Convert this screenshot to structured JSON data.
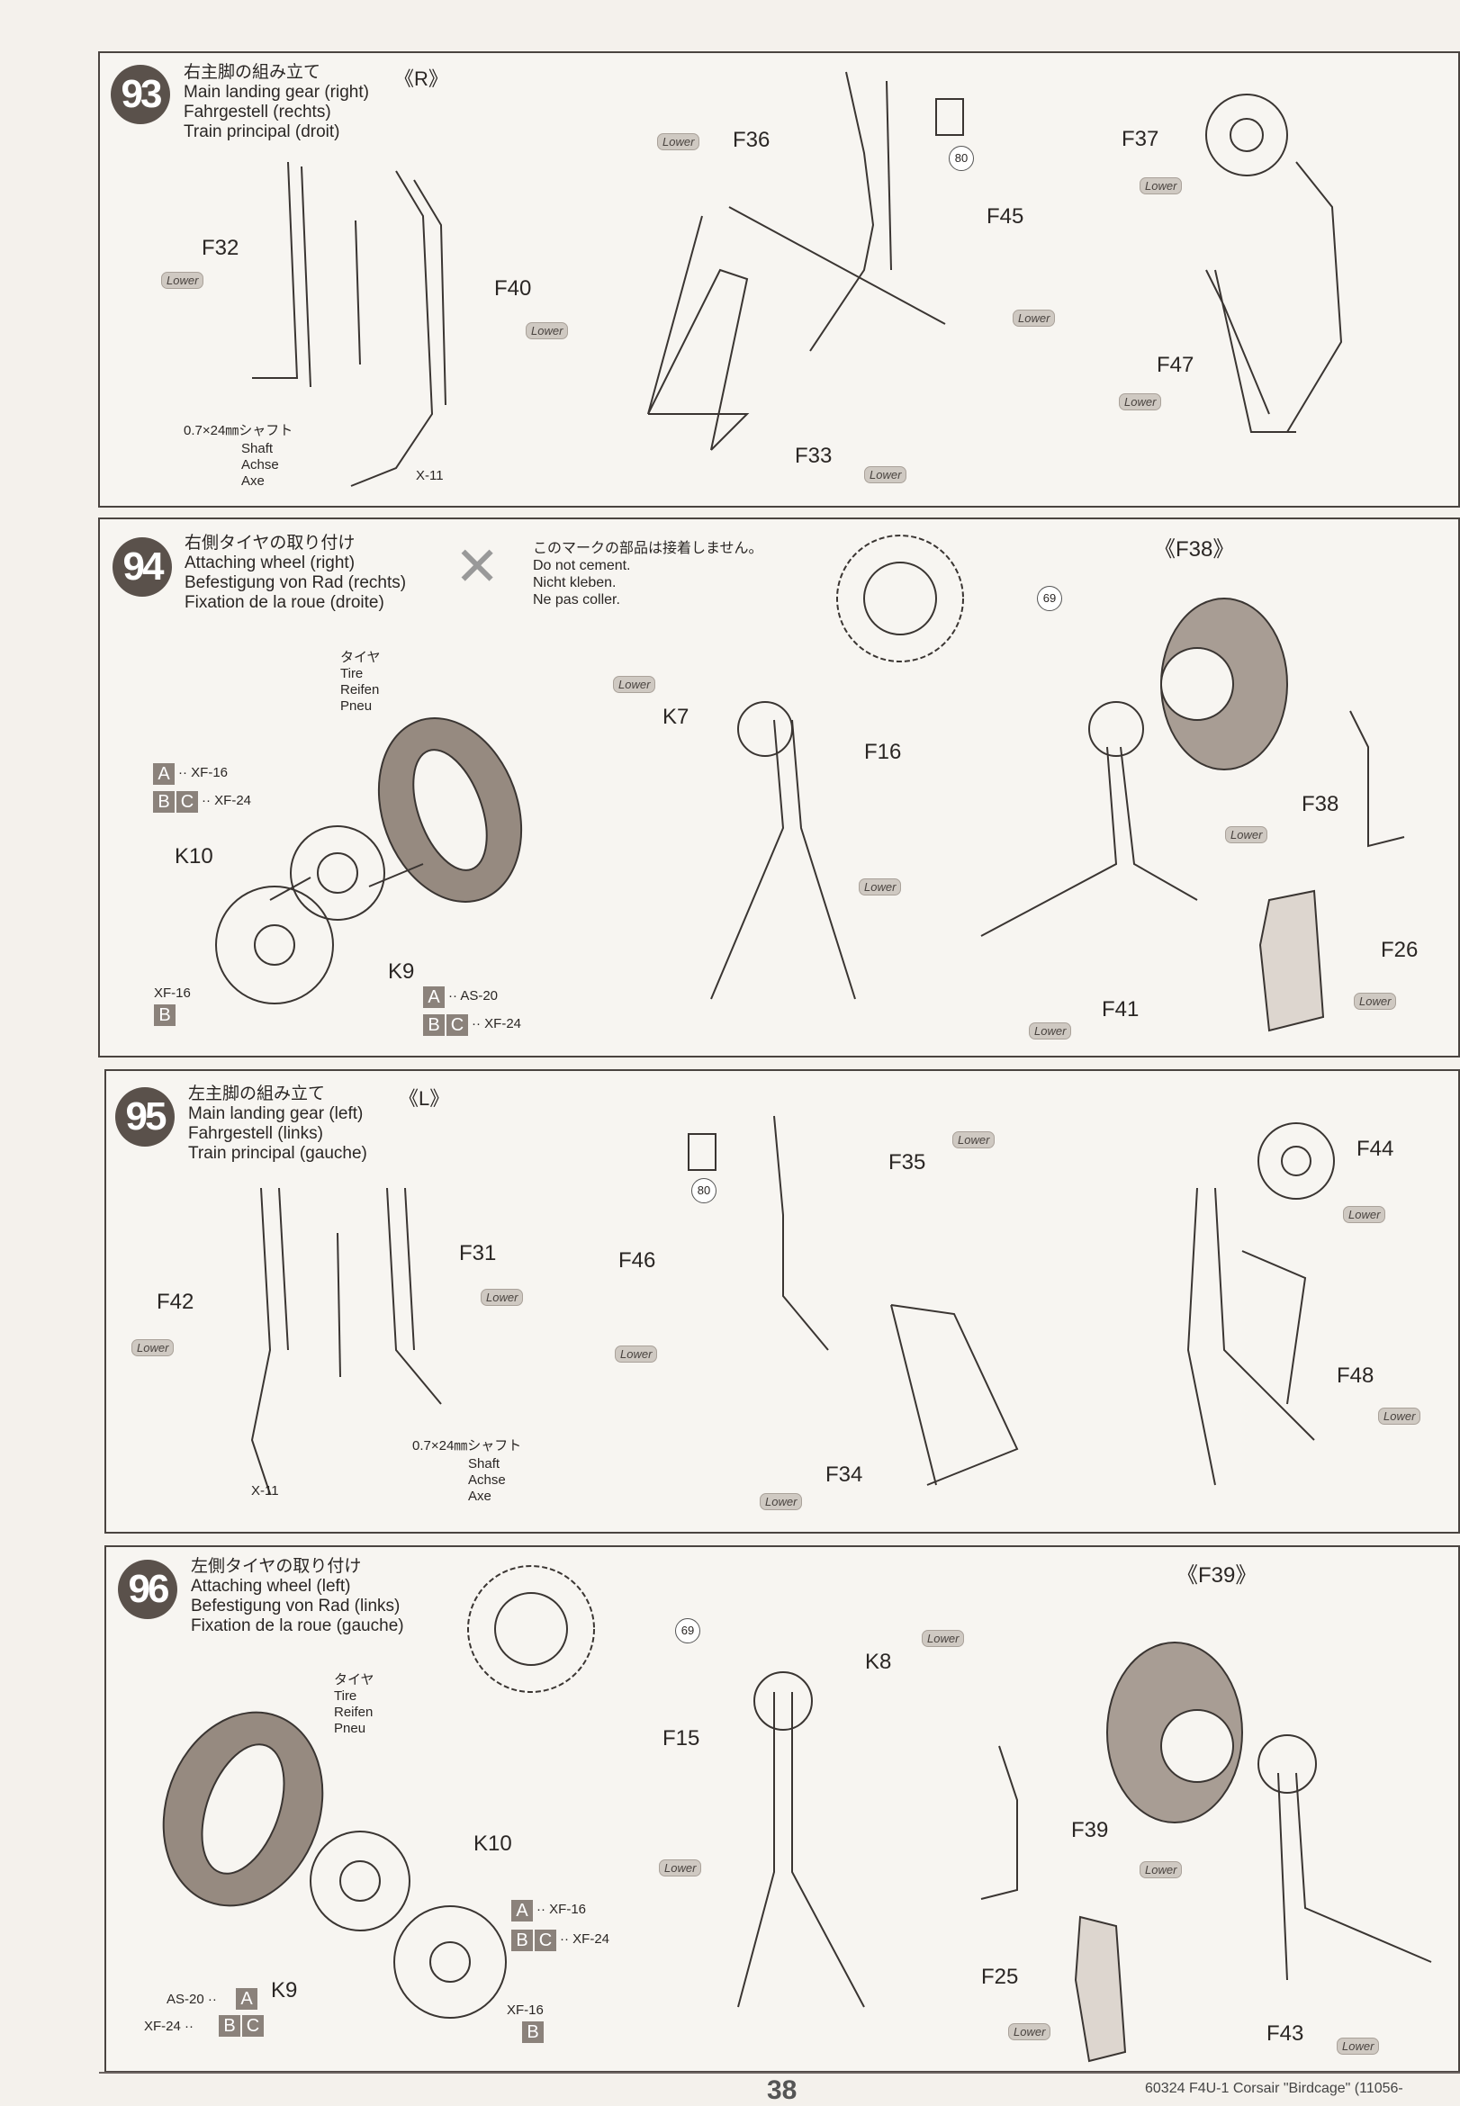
{
  "steps": [
    {
      "number": "93",
      "title_ja": "右主脚の組み立て",
      "title_en": "Main landing gear (right)",
      "title_de": "Fahrgestell (rechts)",
      "title_fr": "Train principal (droit)",
      "mark": "《R》",
      "labels": [
        "F32",
        "Lower",
        "F40",
        "Lower",
        "0.7×24㎜シャフト",
        "Shaft",
        "Achse",
        "Axe",
        "X-11",
        "Lower",
        "F36",
        "80",
        "F45",
        "Lower",
        "F33",
        "Lower",
        "F37",
        "Lower",
        "F47",
        "Lower"
      ]
    },
    {
      "number": "94",
      "title_ja": "右側タイヤの取り付け",
      "title_en": "Attaching wheel (right)",
      "title_de": "Befestigung von Rad (rechts)",
      "title_fr": "Fixation de la roue (droite)",
      "note": {
        "ja": "このマークの部品は接着しません。",
        "en": "Do not cement.",
        "de": "Nicht kleben.",
        "fr": "Ne pas coller."
      },
      "labels": [
        "タイヤ",
        "Tire",
        "Reifen",
        "Pneu",
        "A",
        "·· XF-16",
        "B",
        "C",
        "·· XF-24",
        "K10",
        "XF-16",
        "B",
        "K9",
        "A",
        "·· AS-20",
        "B",
        "C",
        "·· XF-24",
        "Lower",
        "K7",
        "F16",
        "Lower",
        "《F38》",
        "69",
        "F38",
        "Lower",
        "F26",
        "Lower",
        "F41",
        "Lower"
      ]
    },
    {
      "number": "95",
      "title_ja": "左主脚の組み立て",
      "title_en": "Main landing gear (left)",
      "title_de": "Fahrgestell (links)",
      "title_fr": "Train principal (gauche)",
      "mark": "《L》",
      "labels": [
        "F42",
        "Lower",
        "F31",
        "Lower",
        "0.7×24㎜シャフト",
        "Shaft",
        "Achse",
        "Axe",
        "X-11",
        "80",
        "F35",
        "Lower",
        "F46",
        "Lower",
        "F34",
        "Lower",
        "F44",
        "Lower",
        "F48",
        "Lower"
      ]
    },
    {
      "number": "96",
      "title_ja": "左側タイヤの取り付け",
      "title_en": "Attaching wheel (left)",
      "title_de": "Befestigung von Rad (links)",
      "title_fr": "Fixation de la roue (gauche)",
      "labels": [
        "タイヤ",
        "Tire",
        "Reifen",
        "Pneu",
        "69",
        "《F39》",
        "Lower",
        "K8",
        "F15",
        "Lower",
        "K10",
        "A",
        "·· XF-16",
        "B",
        "C",
        "·· XF-24",
        "AS-20 ··",
        "A",
        "XF-24 ··",
        "B",
        "C",
        "K9",
        "XF-16",
        "B",
        "F39",
        "Lower",
        "F25",
        "Lower",
        "F43",
        "Lower"
      ]
    }
  ],
  "footer": {
    "page_number": "38",
    "product": "60324 F4U-1 Corsair \"Birdcage\" (11056-"
  }
}
